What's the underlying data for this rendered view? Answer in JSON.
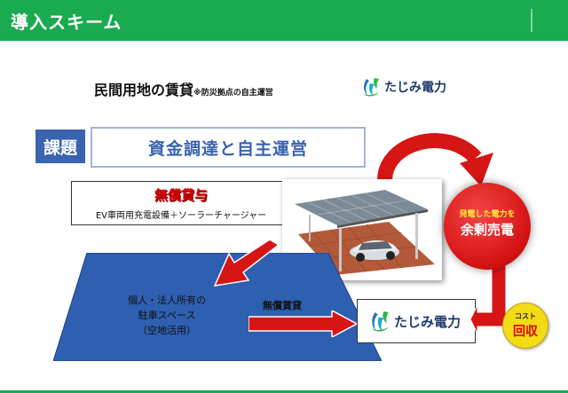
{
  "header": {
    "title": "導入スキーム"
  },
  "subtitle": {
    "main": "民間用地の賃貸",
    "note": "※防災拠点の自主運営"
  },
  "logo": {
    "name": "たじみ電力"
  },
  "issue": {
    "tag": "課題",
    "text": "資金調達と自主運営"
  },
  "ev": {
    "title": "無償貸与",
    "desc": "EV車両用充電設備＋ソーラーチャージャー"
  },
  "parking": {
    "lines": [
      "個人・法人所有の",
      "駐車スペース",
      "（空地活用）"
    ]
  },
  "arrow_label": "無償賃貸",
  "power": {
    "line1": "発電した電力を",
    "line2": "余剰売電"
  },
  "coin": {
    "line1": "コスト",
    "line2": "回収"
  },
  "colors": {
    "header": "#1aaa50",
    "accent_blue": "#3a63b0",
    "red": "#d61515",
    "coin": "#f3db17"
  }
}
